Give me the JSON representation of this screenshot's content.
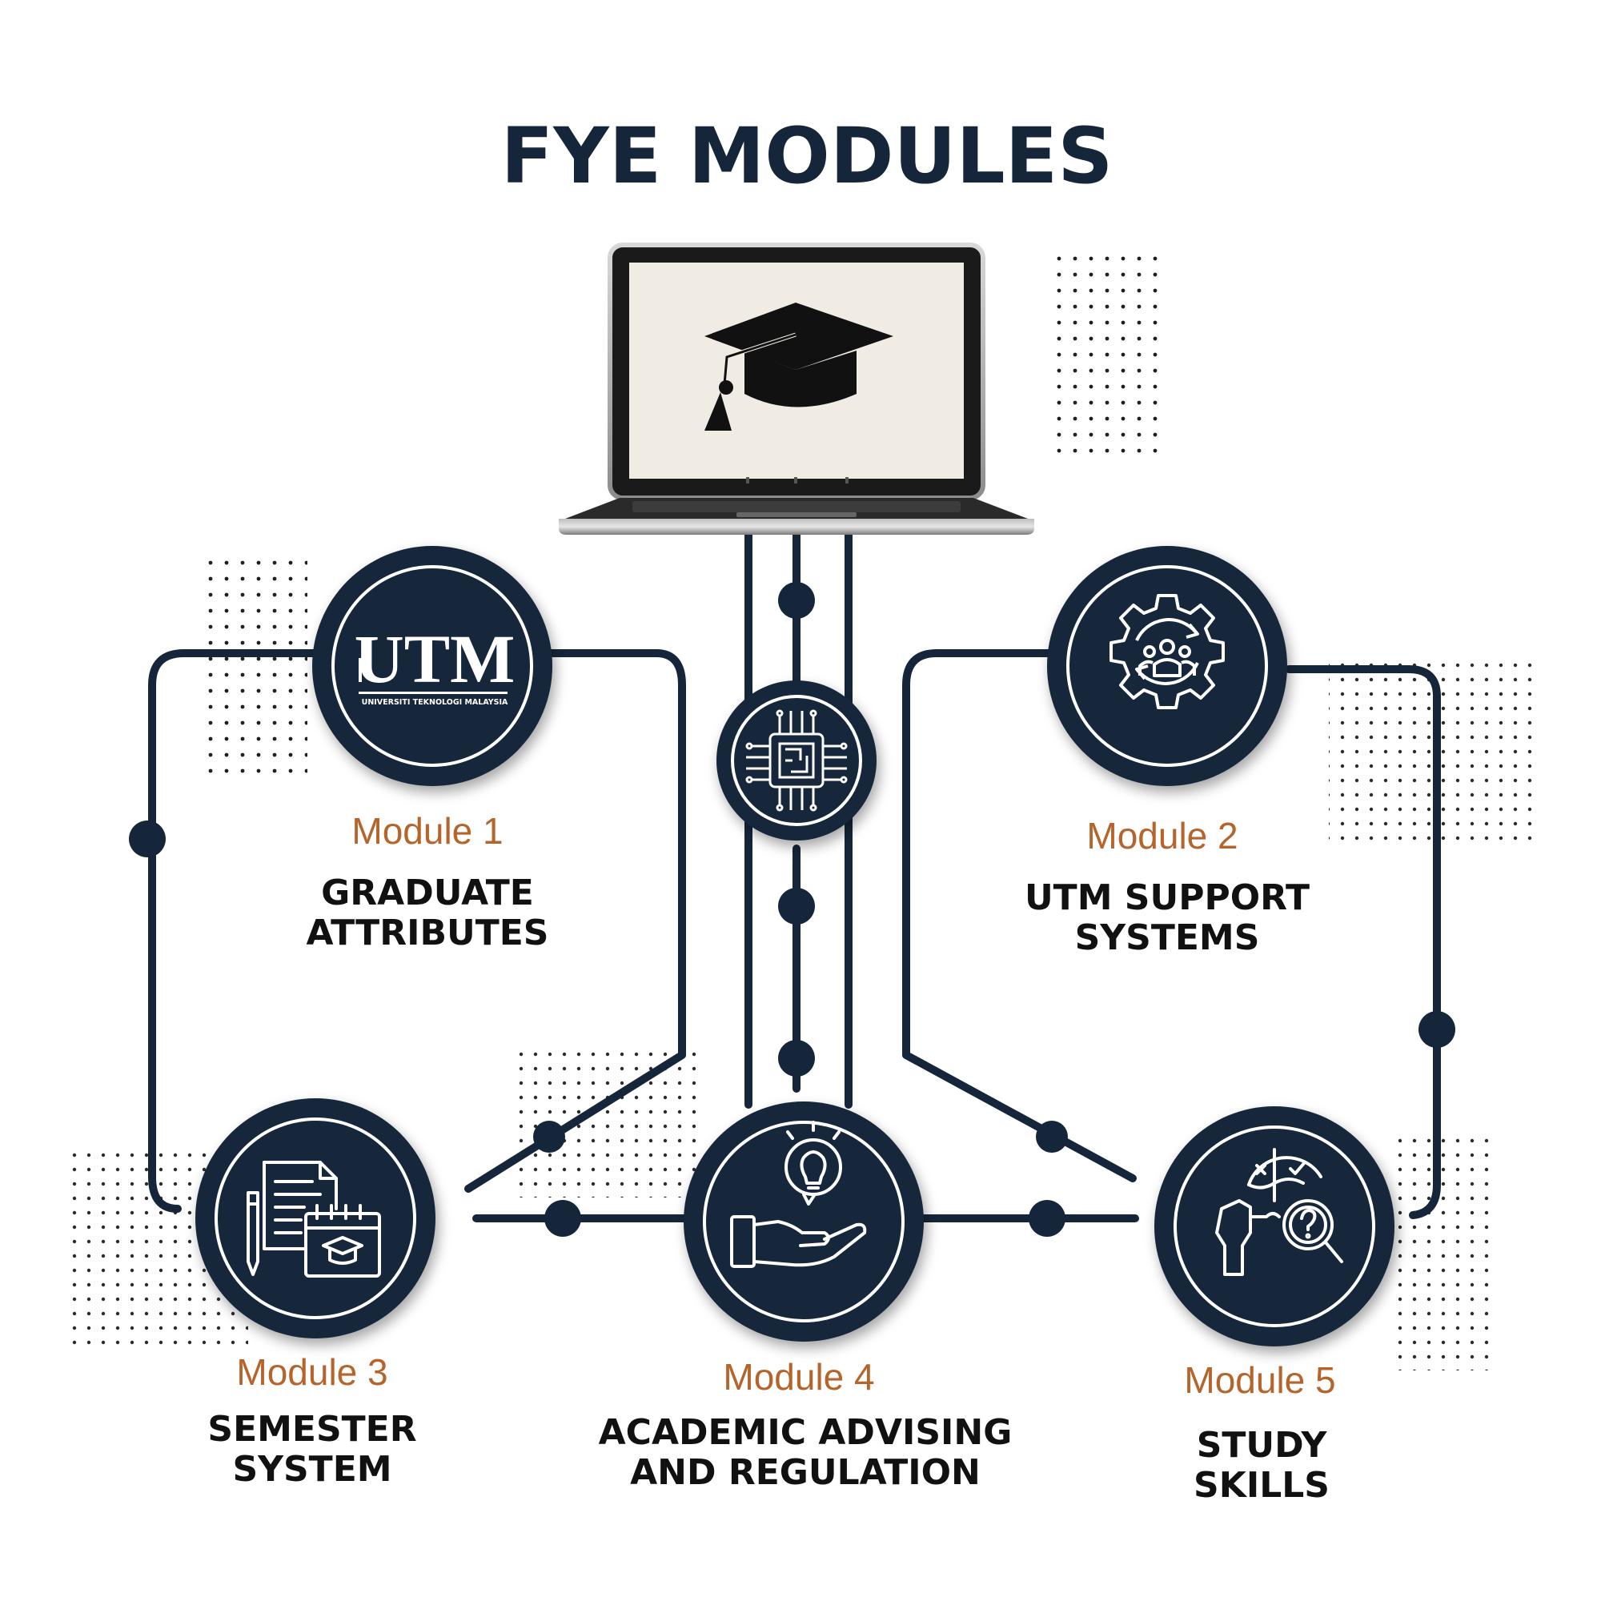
{
  "title": "FYE MODULES",
  "colors": {
    "navy": "#15263a",
    "orange": "#b5652b",
    "screen": "#f0ebe3",
    "white": "#ffffff"
  },
  "logo": {
    "main": "UTM",
    "sub": "UNIVERSITI TEKNOLOGI MALAYSIA"
  },
  "modules": [
    {
      "label": "Module 1",
      "name_line1": "GRADUATE",
      "name_line2": "ATTRIBUTES",
      "icon": "utm-logo-icon"
    },
    {
      "label": "Module 2",
      "name_line1": "UTM SUPPORT",
      "name_line2": "SYSTEMS",
      "icon": "gear-people-icon"
    },
    {
      "label": "Module 3",
      "name_line1": "SEMESTER",
      "name_line2": "SYSTEM",
      "icon": "documents-calendar-icon"
    },
    {
      "label": "Module 4",
      "name_line1": "ACADEMIC ADVISING",
      "name_line2": "AND REGULATION",
      "icon": "hand-lightbulb-icon"
    },
    {
      "label": "Module 5",
      "name_line1": "STUDY",
      "name_line2": "SKILLS",
      "icon": "puzzle-search-icon"
    }
  ],
  "hub_icon": "circuit-chip-icon",
  "laptop_icon": "graduation-cap-icon"
}
